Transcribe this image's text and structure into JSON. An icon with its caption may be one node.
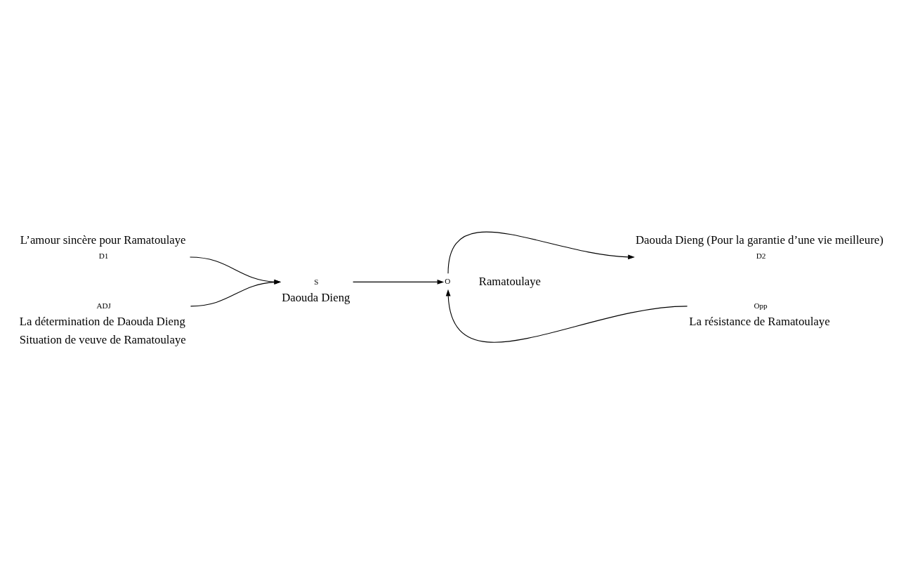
{
  "diagram": {
    "nodes": [
      {
        "text": [
          "D1"
        ],
        "beside": [
          "L’amour sincère pour Ramatoulaye"
        ]
      },
      {
        "text": [
          "S"
        ],
        "beside": [
          "Daouda Dieng"
        ]
      },
      {
        "text": [
          "O"
        ],
        "beside": [
          "Ramatoulaye"
        ]
      },
      {
        "text": [
          "D2"
        ],
        "beside": [
          "Daouda Dieng (Pour la garantie d’une vie meilleure)"
        ]
      },
      {
        "text": [
          "ADJ"
        ],
        "beside": [
          "La détermination de Daouda Dieng",
          "Situation de veuve de Ramatoulaye"
        ]
      },
      {
        "text": [
          "Opp"
        ],
        "beside": [
          "La résistance de Ramatoulaye"
        ]
      }
    ],
    "edges": [
      {
        "from": 0,
        "to": 1,
        "arrow": "to"
      },
      {
        "from": 4,
        "to": 1,
        "arrow": "to"
      },
      {
        "from": 1,
        "to": 2,
        "arrow": "to"
      },
      {
        "from": 2,
        "to": 3,
        "arrow": "to"
      },
      {
        "from": 5,
        "to": 2,
        "arrow": "to"
      }
    ]
  }
}
